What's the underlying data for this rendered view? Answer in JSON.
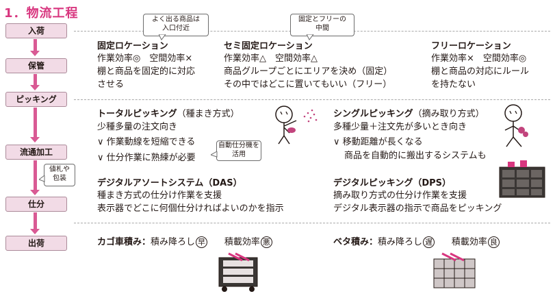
{
  "title": "1．物流工程",
  "steps": [
    "入荷",
    "保管",
    "ピッキング",
    "流通加工",
    "仕分",
    "出荷"
  ],
  "side_note": [
    "値札や",
    "包装"
  ],
  "storage": {
    "note_fixed": [
      "よく出る商品は",
      "入口付近"
    ],
    "note_semi": [
      "固定とフリーの",
      "中間"
    ],
    "fixed": {
      "title": "固定ロケーション",
      "line1": "作業効率◎　空間効率×",
      "line2": "棚と商品を固定的に対応",
      "line3": "させる"
    },
    "semi": {
      "title": "セミ固定ロケーション",
      "line1": "作業効率△　空間効率△",
      "line2": "商品グループごとにエリアを決め（固定）",
      "line3": "その中ではどこに置いてもいい（フリー）"
    },
    "free": {
      "title": "フリーロケーション",
      "line1": "作業効率×　空間効率◎",
      "line2": "棚と商品の対応にルール",
      "line3": "を持たない"
    }
  },
  "picking": {
    "total": {
      "title": "トータルピッキング",
      "title_sub": "（種まき方式）",
      "line1": "少種多量の注文向き",
      "line2": "∨ 作業動線を短縮できる",
      "line3": "∨ 仕分作業に熟練が必要"
    },
    "note_auto": [
      "自動仕分機を",
      "活用"
    ],
    "single": {
      "title": "シングルピッキング",
      "title_sub": "（摘み取り方式）",
      "line1": "多種少量＋注文先が多いとき向き",
      "line2": "∨ 移動距離が長くなる",
      "line3": "商品を自動的に搬出するシステムも"
    },
    "das": {
      "title": "デジタルアソートシステム（DAS）",
      "line1": "種まき方式の仕分け作業を支援",
      "line2": "表示器でどこに何個仕分ければよいのかを指示"
    },
    "dps": {
      "title": "デジタルピッキング（DPS）",
      "line1": "摘み取り方式の仕分け作業を支援",
      "line2": "デジタル表示器の指示で商品をピッキング"
    }
  },
  "shipping": {
    "kago": {
      "title": "カゴ車積み：",
      "load_label": "積み降ろし",
      "load_badge": "早",
      "eff_label": "積載効率",
      "eff_badge": "悪"
    },
    "beta": {
      "title": "ベタ積み：",
      "load_label": "積み降ろし",
      "load_badge": "遅",
      "eff_label": "積載効率",
      "eff_badge": "良"
    }
  },
  "colors": {
    "accent": "#d8367f",
    "step_fill": "#f2dbe6",
    "arrow": "#d95a94"
  }
}
